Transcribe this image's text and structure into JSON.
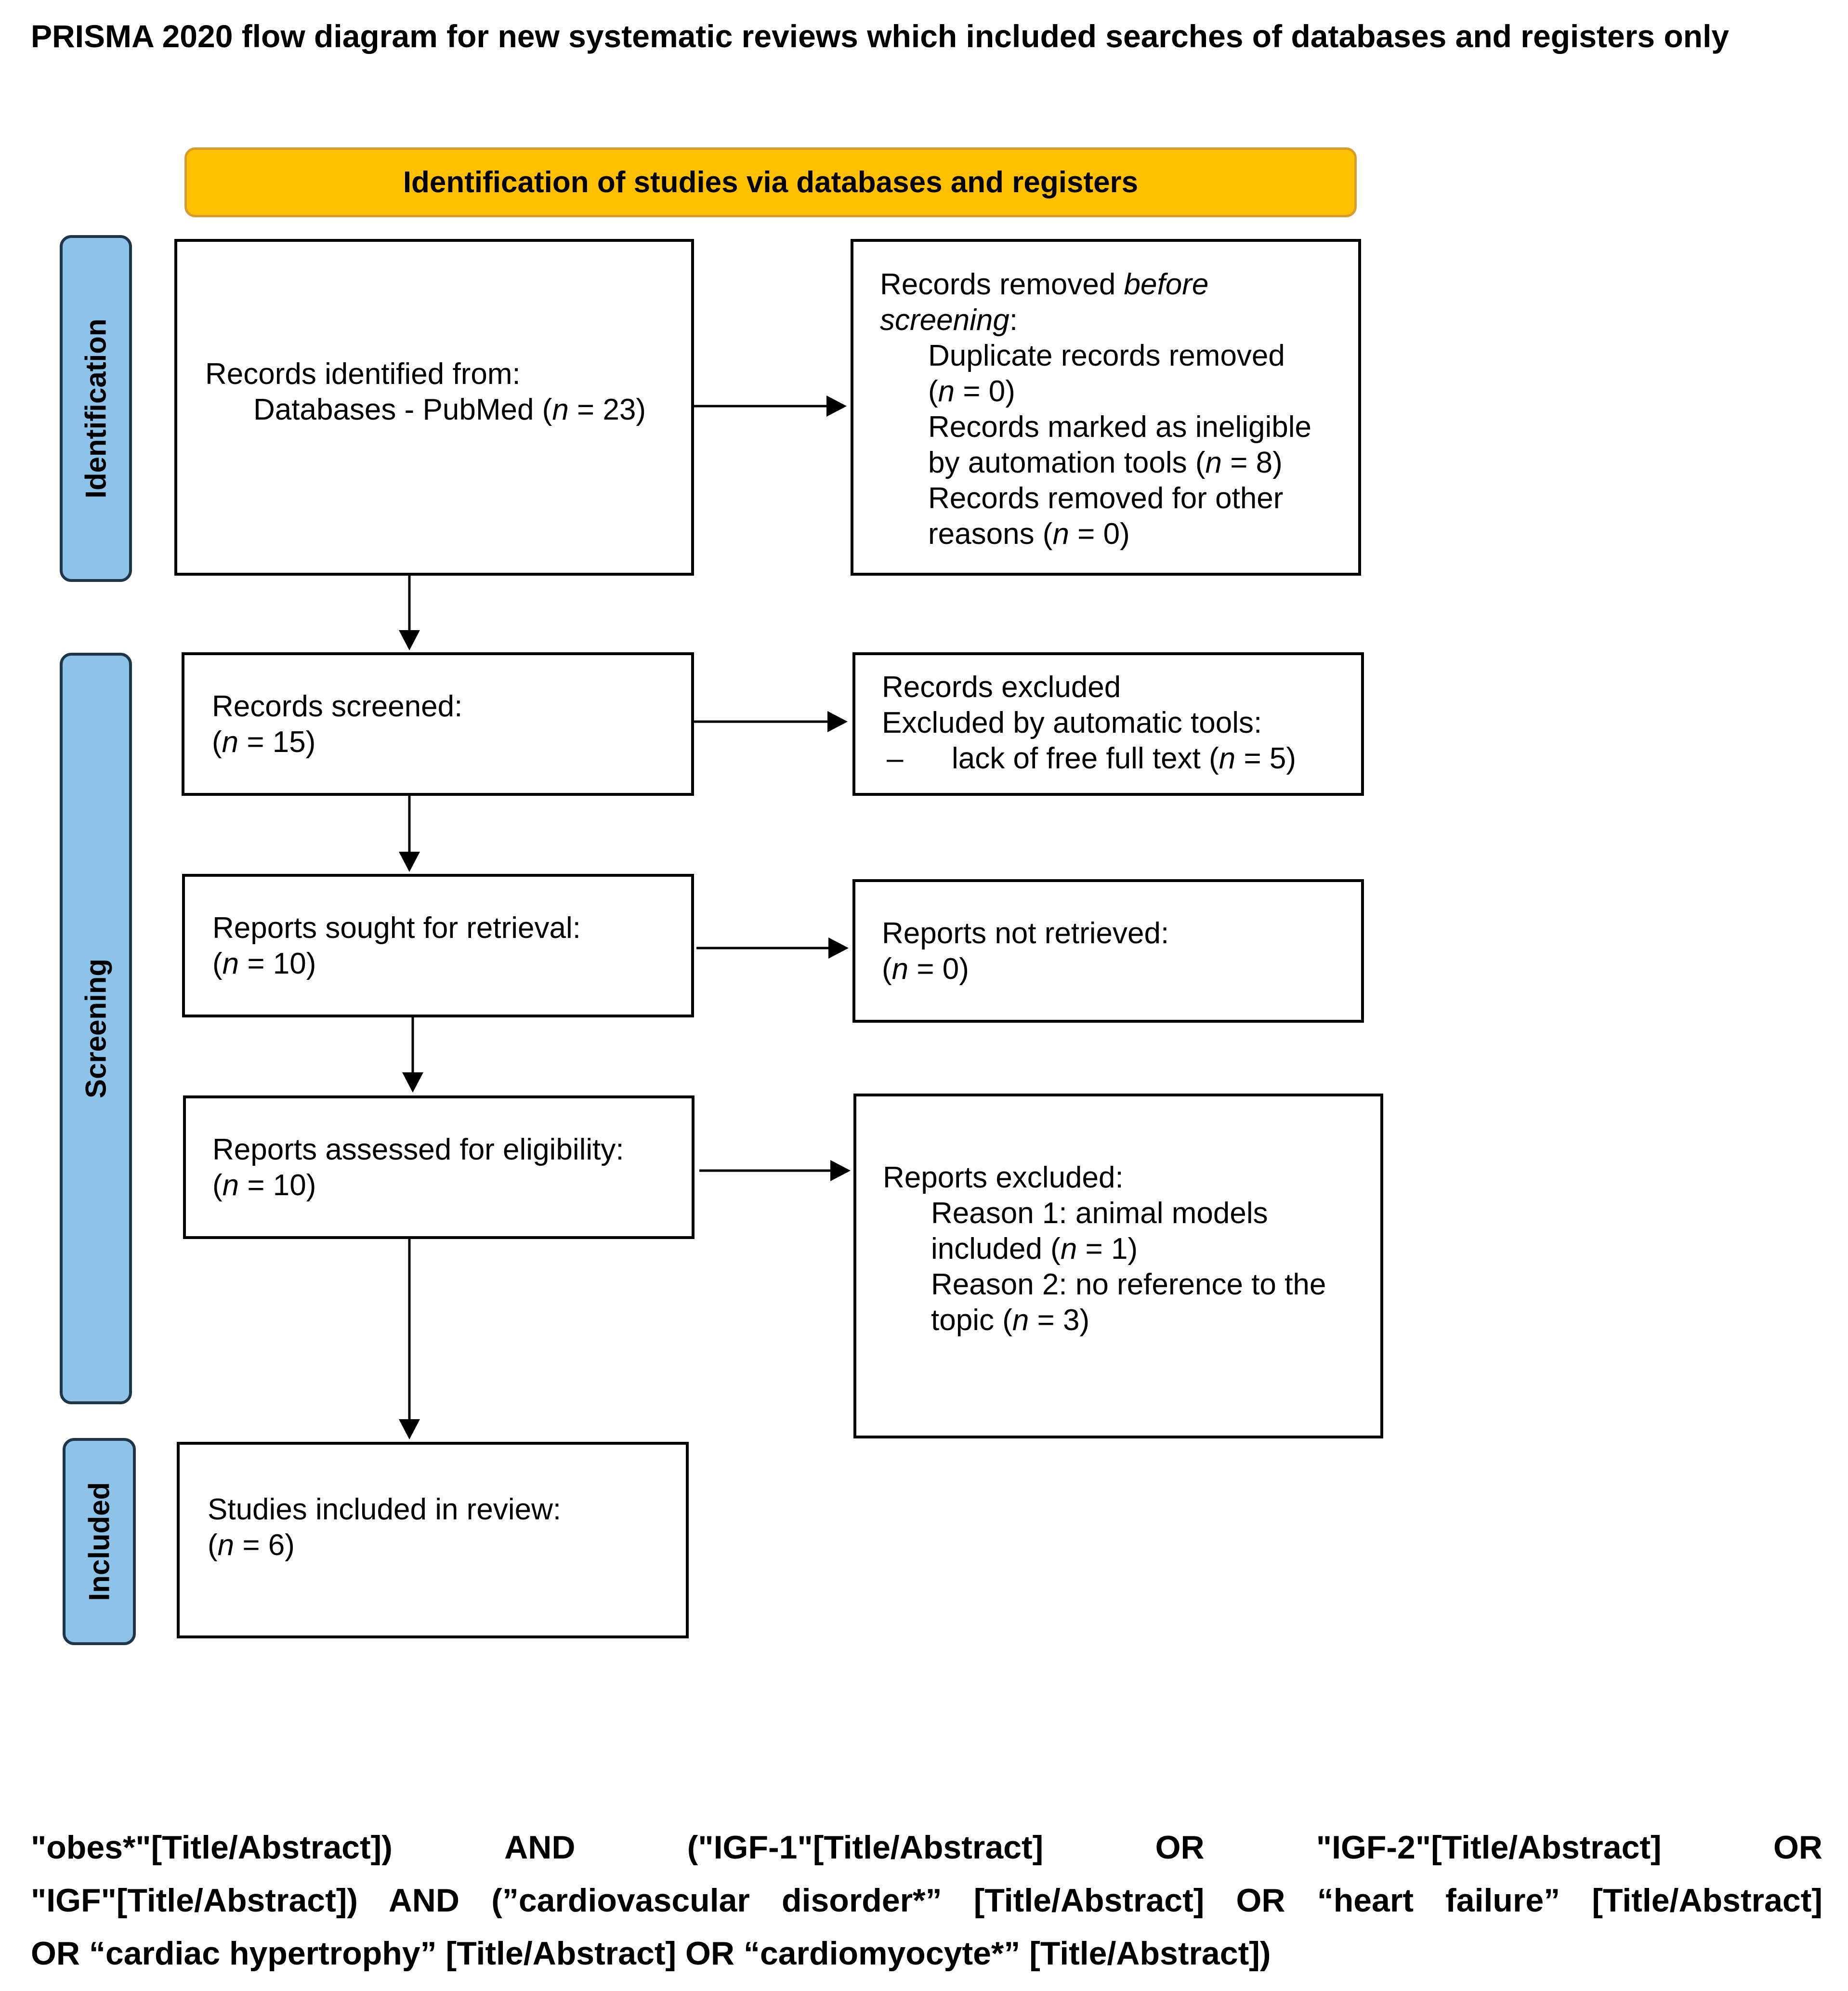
{
  "title": "PRISMA 2020 flow diagram for new systematic reviews which included searches of databases and registers only",
  "banner": "Identification of studies via databases and registers",
  "phases": {
    "identification": "Identification",
    "screening": "Screening",
    "included": "Included"
  },
  "boxes": {
    "records_identified": {
      "heading": "Records identified from:",
      "line1_pre": "Databases - PubMed (",
      "n": "n",
      "line1_post": " = 23)"
    },
    "records_removed": {
      "l1_pre": "Records removed ",
      "l1_em": "before",
      "l2_em": "screening",
      "l2_post": ":",
      "dup": "Duplicate records removed",
      "dup_n_post": " = 0)",
      "inel_1": "Records marked as ineligible",
      "inel_2_pre": "by automation tools (",
      "inel_n_post": " = 8)",
      "other_1": "Records removed for other",
      "other_2_pre": "reasons (",
      "other_n_post": " = 0)"
    },
    "records_screened": {
      "heading": "Records screened:",
      "n_post": " = 15)"
    },
    "records_excluded": {
      "l1": "Records excluded",
      "l2": "Excluded by automatic tools:",
      "dash": "–",
      "l3_pre": "lack of free full text (",
      "l3_n_post": " = 5)"
    },
    "reports_sought": {
      "heading": "Reports sought for retrieval:",
      "n_post": " = 10)"
    },
    "reports_not_retrieved": {
      "heading": "Reports not retrieved:",
      "n_post": " = 0)"
    },
    "reports_assessed": {
      "heading": "Reports assessed for eligibility:",
      "n_post": " = 10)"
    },
    "reports_excluded": {
      "heading": "Reports excluded:",
      "r1_a": "Reason 1: animal models",
      "r1_b_pre": "included (",
      "r1_n_post": " = 1)",
      "r2_a": "Reason 2: no reference to the",
      "r2_b_pre": "topic (",
      "r2_n_post": " = 3)"
    },
    "studies_included": {
      "heading": "Studies included in review:",
      "n_post": " = 6)"
    }
  },
  "open_paren": "(",
  "query": {
    "line1": [
      "\"obes*\"[Title/Abstract])",
      "AND",
      "(\"IGF-1\"[Title/Abstract]",
      "OR",
      "\"IGF-2\"[Title/Abstract]",
      "OR"
    ],
    "line2": "\"IGF\"[Title/Abstract]) AND (”cardiovascular disorder*” [Title/Abstract] OR “heart failure” [Title/Abstract]",
    "line3": "OR “cardiac hypertrophy” [Title/Abstract] OR “cardiomyocyte*” [Title/Abstract])"
  },
  "colors": {
    "banner_fill": "#ffc000",
    "banner_border": "#d69a2d",
    "phase_fill": "#8dc3e8",
    "phase_border": "#1f3648"
  }
}
